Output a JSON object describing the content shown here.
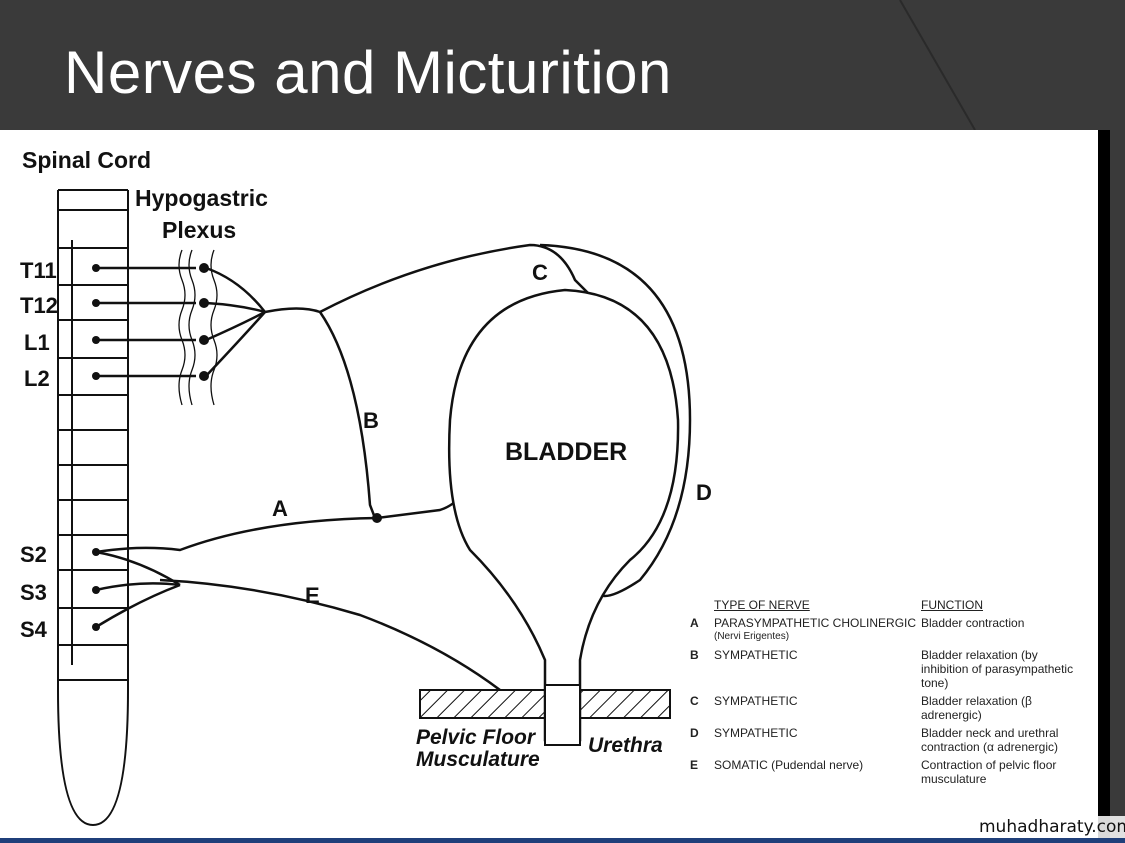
{
  "slide": {
    "title": "Nerves and Micturition",
    "watermark": "muhadharaty.com"
  },
  "diagram": {
    "labels": {
      "spinal_cord": "Spinal Cord",
      "hypogastric_1": "Hypogastric",
      "hypogastric_2": "Plexus",
      "bladder": "BLADDER",
      "pelvic_floor_1": "Pelvic Floor",
      "pelvic_floor_2": "Musculature",
      "urethra": "Urethra",
      "nerve_a": "A",
      "nerve_b": "B",
      "nerve_c": "C",
      "nerve_d": "D",
      "nerve_e": "E"
    },
    "segments": [
      "T11",
      "T12",
      "L1",
      "L2",
      "S2",
      "S3",
      "S4"
    ]
  },
  "legend": {
    "header_type": "TYPE OF NERVE",
    "header_function": "FUNCTION",
    "rows": [
      {
        "key": "A",
        "type": "PARASYMPATHETIC CHOLINERGIC",
        "note": "(Nervi Erigentes)",
        "function": "Bladder contraction"
      },
      {
        "key": "B",
        "type": "SYMPATHETIC",
        "note": "",
        "function": "Bladder relaxation (by inhibition of parasympathetic tone)"
      },
      {
        "key": "C",
        "type": "SYMPATHETIC",
        "note": "",
        "function": "Bladder relaxation (β adrenergic)"
      },
      {
        "key": "D",
        "type": "SYMPATHETIC",
        "note": "",
        "function": "Bladder neck and urethral contraction (α adrenergic)"
      },
      {
        "key": "E",
        "type": "SOMATIC (Pudendal nerve)",
        "note": "",
        "function": "Contraction of pelvic floor musculature"
      }
    ]
  }
}
